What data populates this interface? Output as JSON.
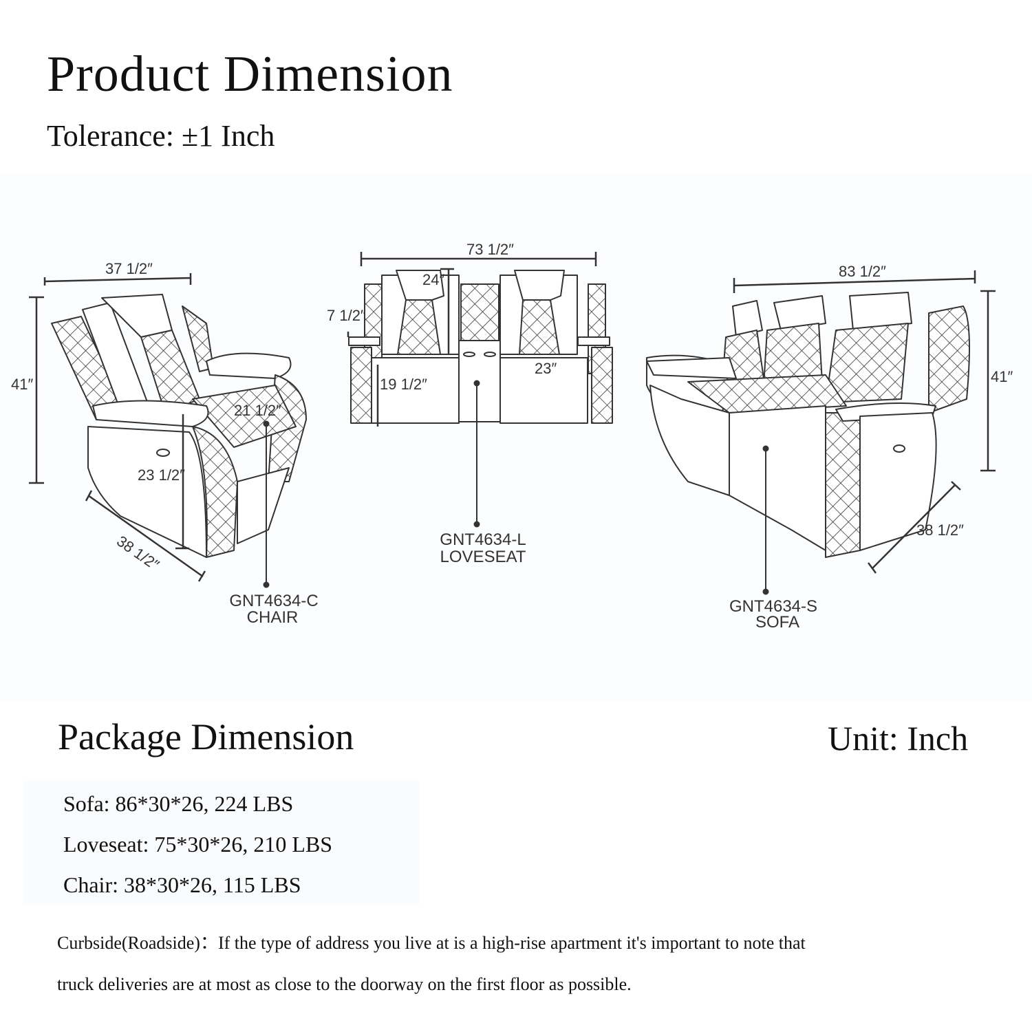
{
  "header": {
    "title": "Product Dimension",
    "tolerance": "Tolerance: ±1 Inch"
  },
  "diagram": {
    "chair": {
      "model": "GNT4634-C",
      "name": "CHAIR",
      "width": "37 1/2″",
      "height": "41″",
      "depth": "38 1/2″",
      "seat_depth": "21 1/2″",
      "seat_height": "23 1/2″"
    },
    "loveseat": {
      "model": "GNT4634-L",
      "name": "LOVESEAT",
      "width": "73 1/2″",
      "back_height": "24″",
      "arm_height": "7 1/2″",
      "seat_height": "19 1/2″",
      "seat_width": "23″"
    },
    "sofa": {
      "model": "GNT4634-S",
      "name": "SOFA",
      "width": "83 1/2″",
      "height": "41″",
      "depth": "38 1/2″"
    }
  },
  "package": {
    "title": "Package Dimension",
    "unit": "Unit: Inch",
    "items": [
      "Sofa: 86*30*26,  224 LBS",
      "Loveseat: 75*30*26,  210 LBS",
      "Chair: 38*30*26,  115 LBS"
    ]
  },
  "note": {
    "line1": "Curbside(Roadside)：If the type of address you live at is a high-rise apartment it's important to note that",
    "line2": "truck deliveries are at most as close to the doorway on the first floor as possible."
  }
}
